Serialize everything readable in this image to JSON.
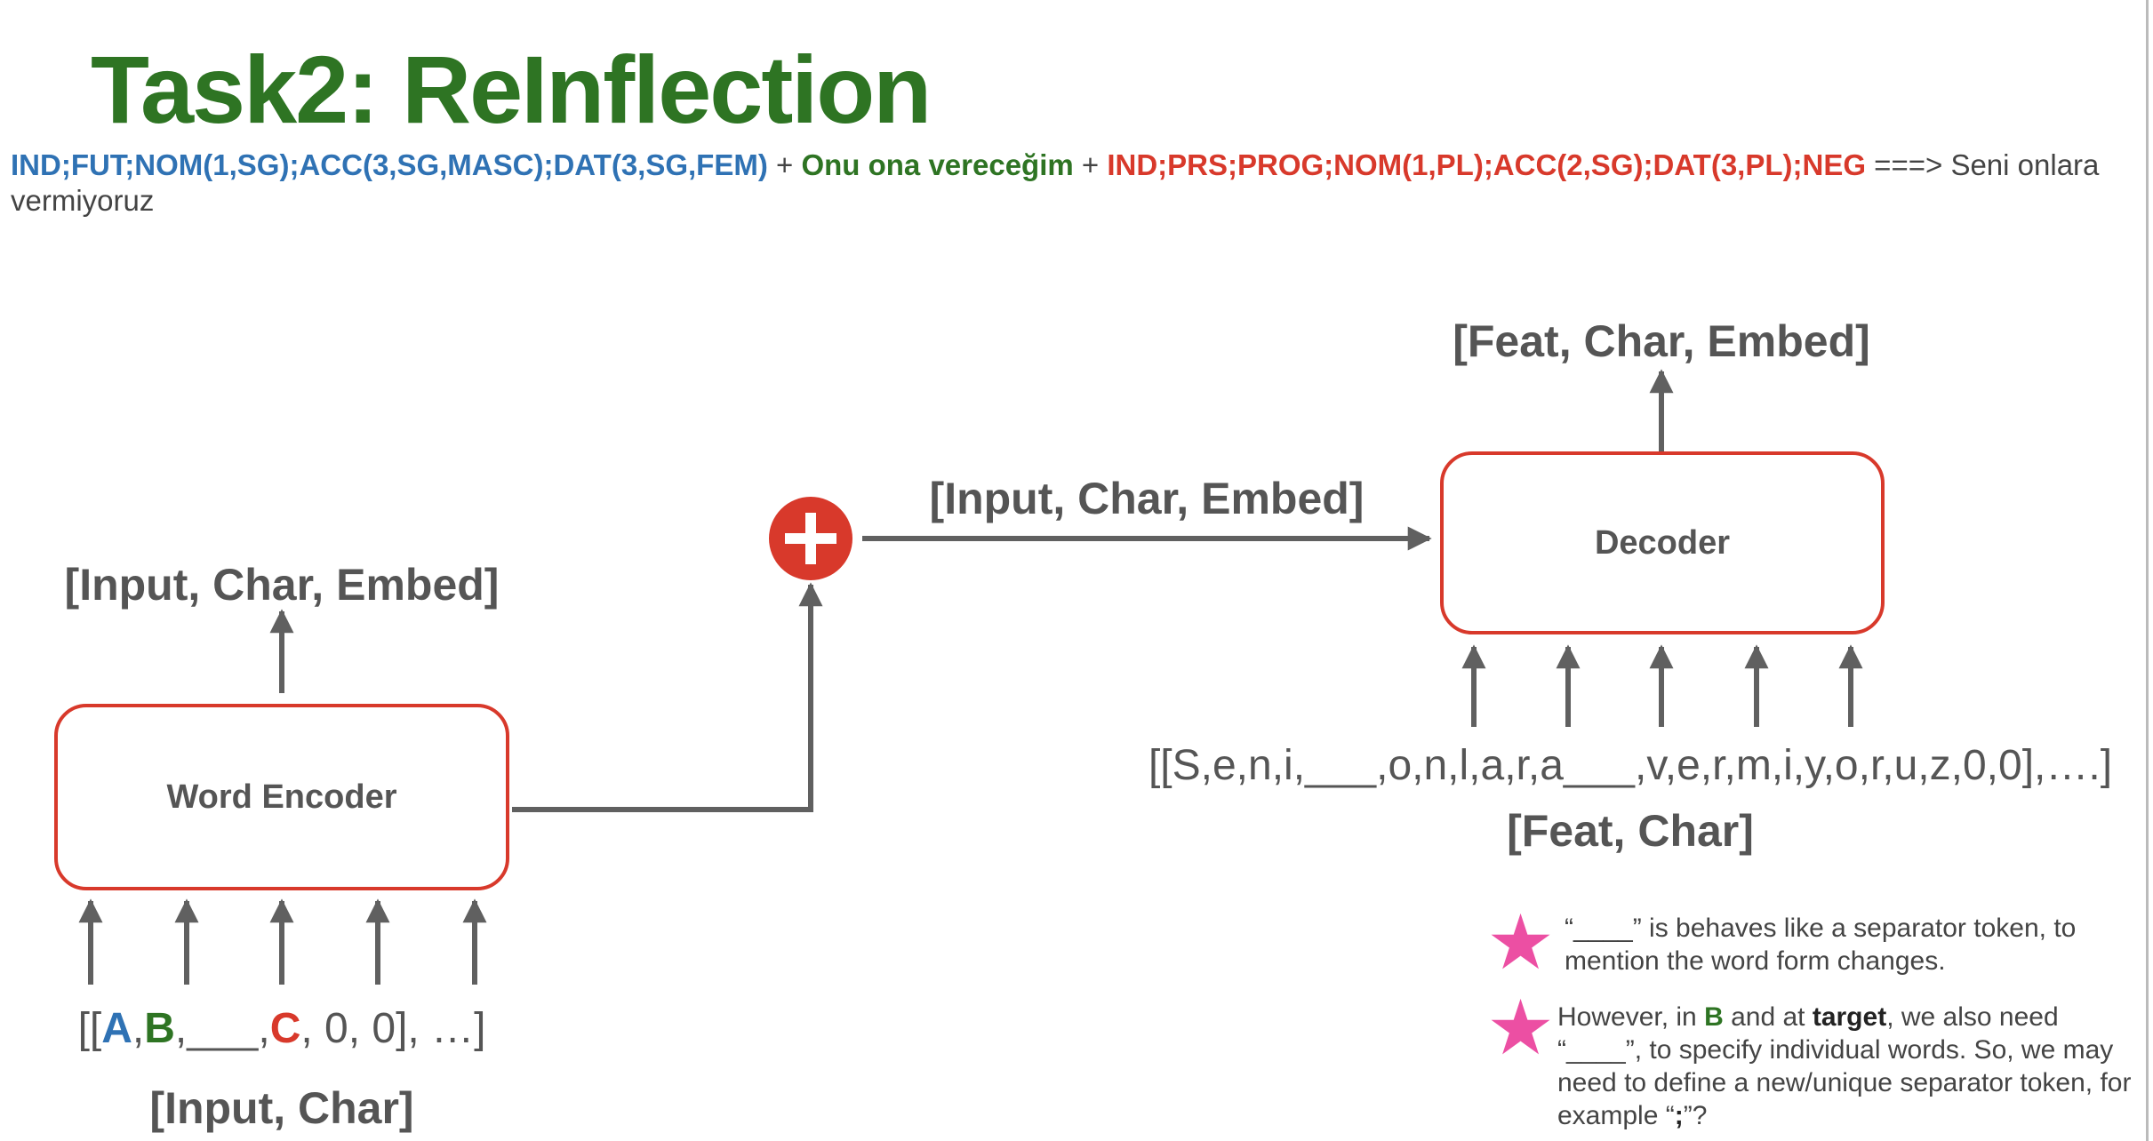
{
  "title": "Task2: ReInflection",
  "formula": {
    "source_tags": "IND;FUT;NOM(1,SG);ACC(3,SG,MASC);DAT(3,SG,FEM)",
    "plus1": " + ",
    "source_form": "Onu ona vereceğim",
    "plus2": " + ",
    "target_tags": "IND;PRS;PROG;NOM(1,PL);ACC(2,SG);DAT(3,PL);NEG",
    "result": " ===> Seni onlara vermiyoruz"
  },
  "encoder": {
    "box_label": "Word Encoder",
    "output_label": "[Input, Char, Embed]",
    "input_label": "[Input, Char]",
    "seq": {
      "prefix": "[[",
      "a": "A",
      "comma1": ",",
      "b": "B",
      "sep": ",___,",
      "c": "C",
      "suffix": ", 0, 0], …]"
    }
  },
  "combine": {
    "label": "[Input, Char, Embed]"
  },
  "decoder": {
    "box_label": "Decoder",
    "output_label": "[Feat, Char, Embed]",
    "input_label": "[Feat, Char]",
    "seq": "[[S,e,n,i,___,o,n,l,a,r,a___,v,e,r,m,i,y,o,r,u,z,0,0],….]"
  },
  "notes": {
    "note1": "“____” is behaves like a separator token, to mention the word form changes.",
    "note2_a": "However, in ",
    "note2_b": "B",
    "note2_c": " and at ",
    "note2_d": "target",
    "note2_e": ", we also need “____”, to specify individual words. So, we may need to define a new/unique separator token, for example “",
    "note2_f": ";",
    "note2_g": "”?"
  },
  "colors": {
    "title_green": "#2e7423",
    "tag_blue": "#2f72b4",
    "tag_red": "#d8392b",
    "star_pink": "#ec4fa3",
    "arrow_gray": "#606060"
  },
  "icons": {
    "plus": "plus-circle-icon",
    "star": "star-icon"
  }
}
